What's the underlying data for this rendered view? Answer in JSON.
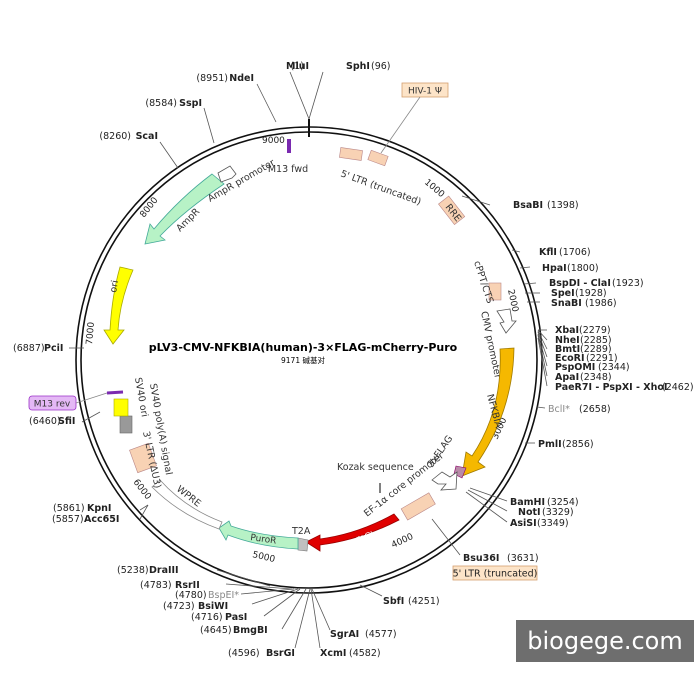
{
  "title": "pLV3-CMV-NFKBIA(human)-3×FLAG-mCherry-Puro",
  "subtitle": "9171 碱基对",
  "watermark": "biogege.com",
  "ticks": [
    "9000",
    "1000",
    "2000",
    "3000",
    "4000",
    "5000",
    "6000",
    "7000",
    "8000"
  ],
  "sites": [
    {
      "pos": "(1)",
      "name": "MluI"
    },
    {
      "pos": "(96)",
      "name": "SphI"
    },
    {
      "pos": "(8951)",
      "name": "NdeI"
    },
    {
      "pos": "(8584)",
      "name": "SspI"
    },
    {
      "pos": "(8260)",
      "name": "ScaI"
    },
    {
      "pos": "(1398)",
      "name": "BsaBI"
    },
    {
      "pos": "(1706)",
      "name": "KflI"
    },
    {
      "pos": "(1800)",
      "name": "HpaI"
    },
    {
      "pos": "(1923)",
      "name": "BspDI - ClaI"
    },
    {
      "pos": "(1928)",
      "name": "SpeI"
    },
    {
      "pos": "(1986)",
      "name": "SnaBI"
    },
    {
      "pos": "(2279)",
      "name": "XbaI"
    },
    {
      "pos": "(2285)",
      "name": "NheI"
    },
    {
      "pos": "(2289)",
      "name": "BmtI"
    },
    {
      "pos": "(2291)",
      "name": "EcoRI"
    },
    {
      "pos": "(2344)",
      "name": "PspOMI"
    },
    {
      "pos": "(2348)",
      "name": "ApaI"
    },
    {
      "pos": "(2462)",
      "name": "PaeR7I - PspXI - XhoI"
    },
    {
      "pos": "(2658)",
      "name": "BclI*"
    },
    {
      "pos": "(2856)",
      "name": "PmlI"
    },
    {
      "pos": "(3254)",
      "name": "BamHI"
    },
    {
      "pos": "(3329)",
      "name": "NotI"
    },
    {
      "pos": "(3349)",
      "name": "AsiSI"
    },
    {
      "pos": "(3631)",
      "name": "Bsu36I"
    },
    {
      "pos": "(4251)",
      "name": "SbfI"
    },
    {
      "pos": "(4577)",
      "name": "SgrAI"
    },
    {
      "pos": "(4582)",
      "name": "XcmI"
    },
    {
      "pos": "(4596)",
      "name": "BsrGI"
    },
    {
      "pos": "(4645)",
      "name": "BmgBI"
    },
    {
      "pos": "(4716)",
      "name": "PasI"
    },
    {
      "pos": "(4723)",
      "name": "BsiWI"
    },
    {
      "pos": "(4780)",
      "name": "BspEI*"
    },
    {
      "pos": "(4783)",
      "name": "RsrII"
    },
    {
      "pos": "(5238)",
      "name": "DraIII"
    },
    {
      "pos": "(5857)",
      "name": "Acc65I"
    },
    {
      "pos": "(5861)",
      "name": "KpnI"
    },
    {
      "pos": "(6460)",
      "name": "SfiI"
    },
    {
      "pos": "(6887)",
      "name": "PciI"
    }
  ],
  "features": {
    "hiv_psi": "HIV-1 Ψ",
    "m13_fwd": "M13 fwd",
    "ltr5_trunc": "5' LTR (truncated)",
    "rre": "RRE",
    "cppt": "cPPT/CTS",
    "cmv": "CMV promoter",
    "nfkbia": "NFKBIA",
    "flag": "3xFLAG",
    "kozak": "Kozak sequence",
    "ef1a": "EF-1α core promoter",
    "ltr5_box": "5' LTR (truncated)",
    "mcherry": "mCherry",
    "t2a": "T2A",
    "puror": "PuroR",
    "wpre": "WPRE",
    "ltr3": "3' LTR (ΔU3)",
    "sv40pa": "SV40 poly(A) signal",
    "sv40ori": "SV40 ori",
    "m13_rev": "M13 rev",
    "ori": "ori",
    "ampr": "AmpR",
    "ampr_prom": "AmpR promoter"
  },
  "colors": {
    "ampr": "#b7f2c6",
    "ori": "#ffff00",
    "nfkbia": "#f5b800",
    "mcherry": "#e00000",
    "puror": "#b7f2c6",
    "ltr": "#f8d2b4",
    "m13": "#9b30c8",
    "flag": "#b98aa8"
  }
}
